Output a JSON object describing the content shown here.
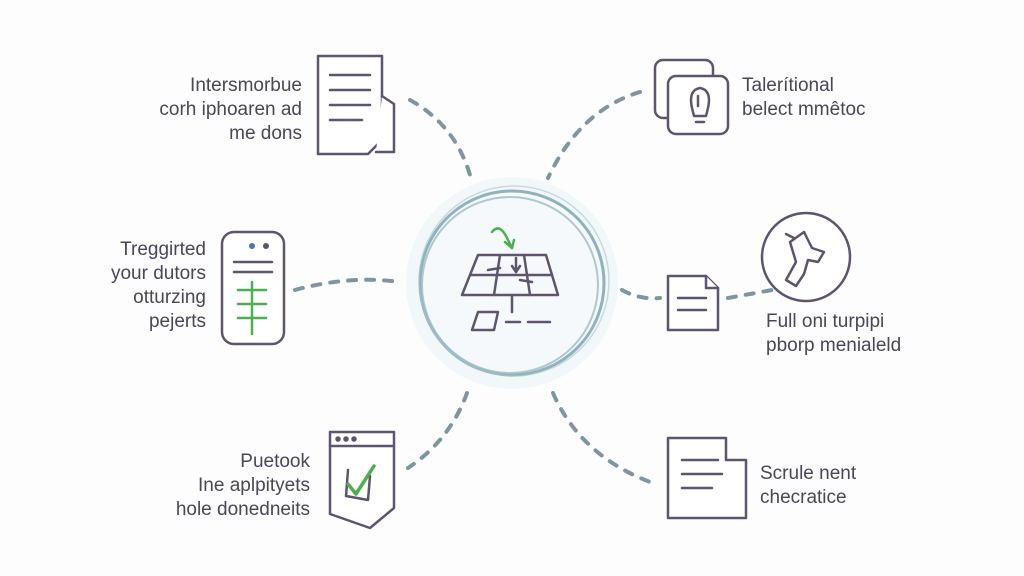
{
  "colors": {
    "icon_stroke": "#5e5470",
    "connector": "#7f96a0",
    "hub_ring": "#8fb3bd",
    "hub_glow": "#e9f2f6",
    "accent_green": "#4caf50",
    "accent_blue": "#4a73b8",
    "text": "#4b4658"
  },
  "hub": {
    "icon": "solar-panel-icon"
  },
  "nodes": [
    {
      "id": "top-left",
      "icon": "document-icon",
      "lines": [
        "Intersmorbue",
        "corh iphoaren ad",
        "me dons"
      ]
    },
    {
      "id": "mid-left",
      "icon": "device-list-icon",
      "lines": [
        "Treggirted",
        "your dutors",
        "otturzing",
        "pejerts"
      ]
    },
    {
      "id": "bottom-left",
      "icon": "browser-checkmark-icon",
      "lines": [
        "Puetook",
        "Ine aplpityets",
        "hole donedneits"
      ]
    },
    {
      "id": "top-right",
      "icon": "stacked-pages-bulb-icon",
      "lines": [
        "Talerítional",
        "belect mmêtoc"
      ]
    },
    {
      "id": "mid-right",
      "icon": "circle-tool-icon",
      "lines": [
        "Full oni turpipi",
        "pborp menialeld"
      ]
    },
    {
      "id": "mid-right-small",
      "icon": "small-document-icon",
      "lines": []
    },
    {
      "id": "bottom-right",
      "icon": "folder-document-icon",
      "lines": [
        "Scrule nent",
        "checratice"
      ]
    }
  ]
}
